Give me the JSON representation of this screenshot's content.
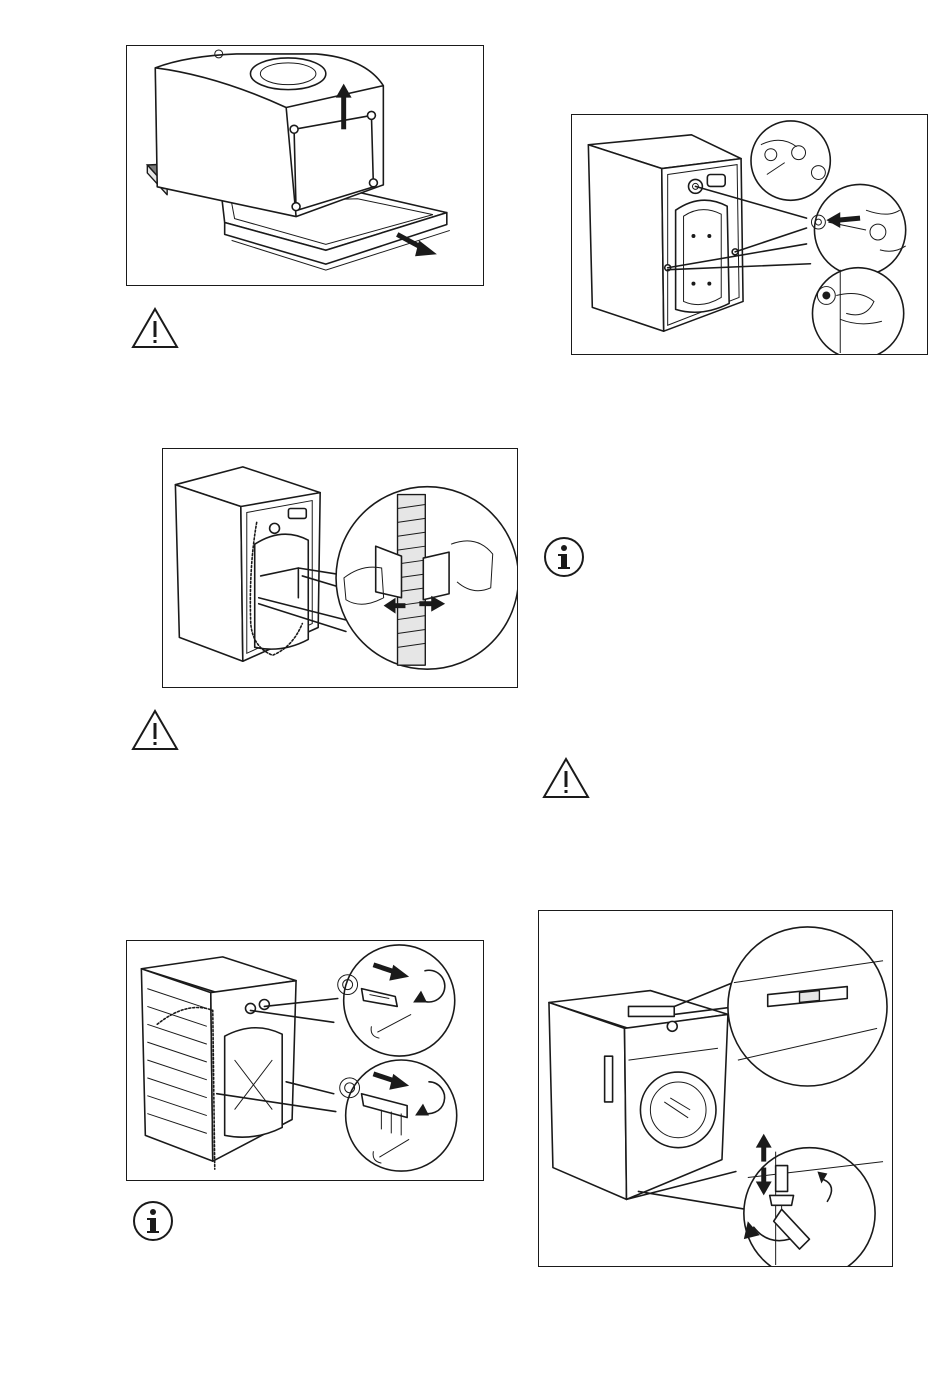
{
  "page": {
    "figures": [
      {
        "id": "fig-remove-packaging-base",
        "icon": "packaging-removal-illustration"
      },
      {
        "id": "fig-rear-bolts-plugs",
        "icon": "rear-plugs-illustration"
      },
      {
        "id": "fig-hose-clip",
        "icon": "hose-clip-illustration"
      },
      {
        "id": "fig-transit-bolts",
        "icon": "transit-bolts-illustration"
      },
      {
        "id": "fig-leveling",
        "icon": "leveling-feet-illustration"
      }
    ],
    "symbols": [
      {
        "type": "warning",
        "icon": "warning-triangle-icon"
      },
      {
        "type": "warning",
        "icon": "warning-triangle-icon"
      },
      {
        "type": "warning",
        "icon": "warning-triangle-icon"
      },
      {
        "type": "info",
        "icon": "info-circle-icon"
      },
      {
        "type": "info",
        "icon": "info-circle-icon"
      }
    ]
  }
}
